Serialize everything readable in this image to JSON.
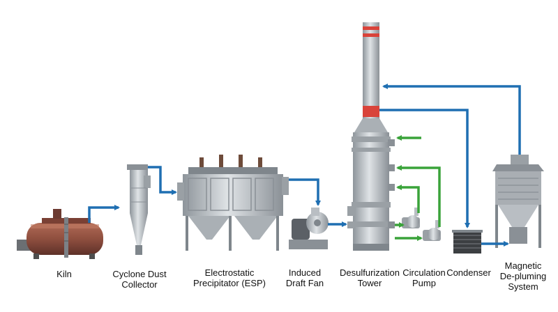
{
  "colors": {
    "flow_blue": "#1f6fb2",
    "flow_green": "#3aa33a",
    "steel": "#b9bec3",
    "steel_dark": "#7f868c",
    "rust": "#9a5a48",
    "stripe_red": "#d9433a"
  },
  "labels": {
    "kiln": [
      "Kiln"
    ],
    "cyclone": [
      "Cyclone Dust",
      "Collector"
    ],
    "esp": [
      "Electrostatic",
      "Precipitator (ESP)"
    ],
    "fan": [
      "Induced",
      "Draft Fan"
    ],
    "tower": [
      "Desulfurization",
      "Tower"
    ],
    "pump": [
      "Circulation",
      "Pump"
    ],
    "condenser": [
      "Condenser"
    ],
    "magnetic": [
      "Magnetic",
      "De-pluming",
      "System"
    ]
  }
}
